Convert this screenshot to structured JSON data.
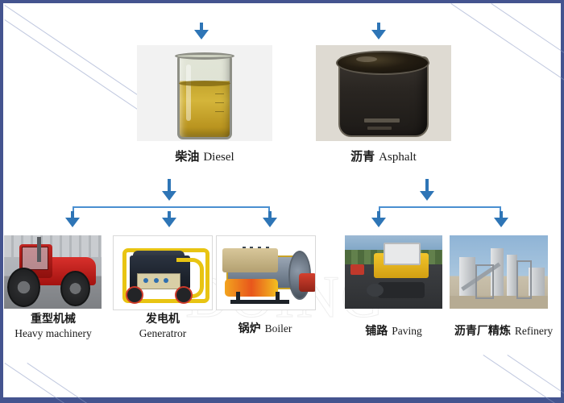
{
  "slide": {
    "watermark_text": "DOING",
    "accent_arrow_color": "#2e75b6",
    "connector_color": "#4a8fd0",
    "frame_color": "#44548f",
    "background_color": "#ffffff"
  },
  "products": [
    {
      "id": "diesel",
      "cn": "柴油",
      "en": "Diesel",
      "image_name": "beaker-of-diesel-photo"
    },
    {
      "id": "asphalt",
      "cn": "沥青",
      "en": "Asphalt",
      "image_name": "beaker-of-asphalt-photo"
    }
  ],
  "applications": [
    {
      "id": "heavy-machinery",
      "cn": "重型机械",
      "en": "Heavy machinery",
      "image_name": "red-tractor-photo",
      "layout": "stack",
      "from": "diesel"
    },
    {
      "id": "generator",
      "cn": "发电机",
      "en": "Generatror",
      "image_name": "yellow-generator-photo",
      "layout": "stack",
      "from": "diesel"
    },
    {
      "id": "boiler",
      "cn": "锅炉",
      "en": "Boiler",
      "image_name": "industrial-boiler-photo",
      "layout": "inline",
      "from": "diesel"
    },
    {
      "id": "paving",
      "cn": "铺路",
      "en": "Paving",
      "image_name": "road-roller-paving-photo",
      "layout": "inline",
      "from": "asphalt"
    },
    {
      "id": "refinery",
      "cn": "沥青厂精炼",
      "en": "Refinery",
      "image_name": "asphalt-refinery-plant-photo",
      "layout": "inline",
      "from": "asphalt"
    }
  ],
  "arrows": {
    "inlet_diesel": "arrow-down-into-diesel",
    "inlet_asphalt": "arrow-down-into-asphalt",
    "diesel_out": "arrow-down-from-diesel",
    "asphalt_out": "arrow-down-from-asphalt"
  }
}
